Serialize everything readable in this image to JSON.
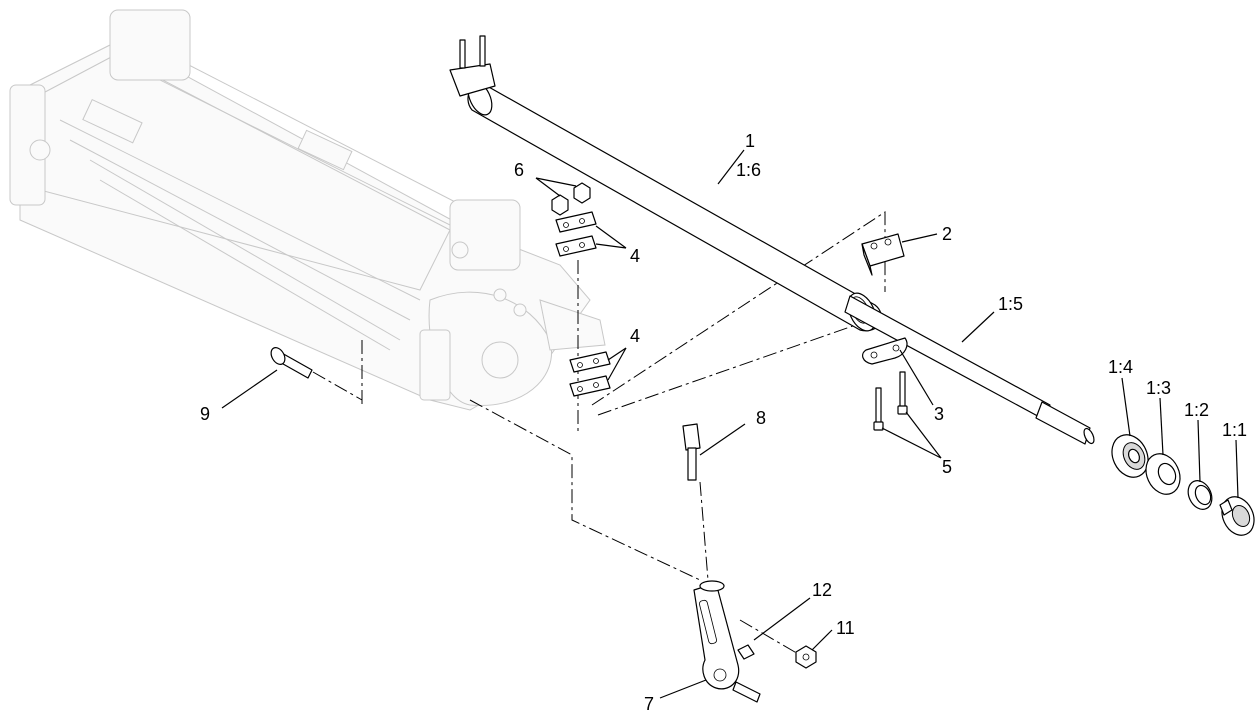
{
  "callouts": {
    "c1": "1",
    "c1_6": "1:6",
    "c2": "2",
    "c3": "3",
    "c4a": "4",
    "c4b": "4",
    "c5": "5",
    "c6": "6",
    "c7": "7",
    "c8": "8",
    "c9": "9",
    "c11": "11",
    "c12": "12",
    "c1_5": "1:5",
    "c1_4": "1:4",
    "c1_3": "1:3",
    "c1_2": "1:2",
    "c1_1": "1:1"
  }
}
